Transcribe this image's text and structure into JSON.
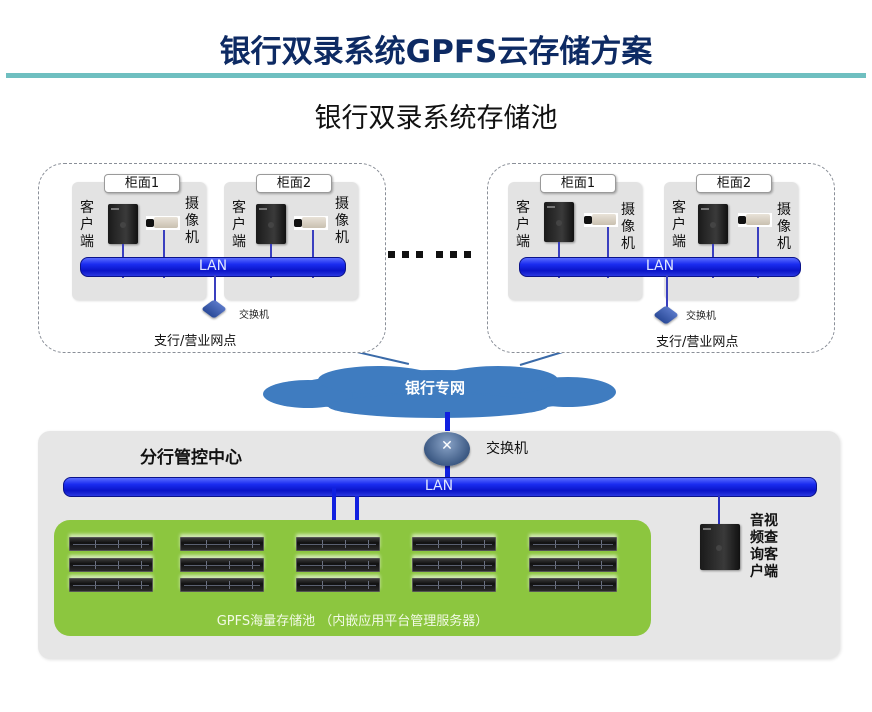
{
  "page": {
    "title": "银行双录系统GPFS云存储方案",
    "subtitle": "银行双录系统存储池",
    "accent_rule_color": "#6fbfc0",
    "title_color": "#0d2a63"
  },
  "branches": [
    {
      "counters": [
        {
          "label": "柜面1",
          "client_label": "客户端",
          "camera_label": "摄像机"
        },
        {
          "label": "柜面2",
          "client_label": "客户端",
          "camera_label": "摄像机"
        }
      ],
      "lan_label": "LAN",
      "switch_label": "交换机",
      "site_label": "支行/营业网点"
    },
    {
      "counters": [
        {
          "label": "柜面1",
          "client_label": "客户端",
          "camera_label": "摄像机"
        },
        {
          "label": "柜面2",
          "client_label": "客户端",
          "camera_label": "摄像机"
        }
      ],
      "lan_label": "LAN",
      "switch_label": "交换机",
      "site_label": "支行/营业网点"
    }
  ],
  "ellipsis": "......",
  "network": {
    "cloud_label": "银行专网",
    "cloud_color": "#3f7cc0"
  },
  "center": {
    "title": "分行管控中心",
    "switch_label": "交换机",
    "lan_label": "LAN",
    "query_client_label": "音视频查询客户端",
    "pool": {
      "label": "GPFS海量存储池 （内嵌应用平台管理服务器）",
      "color": "#8cc63f",
      "server_rows": 3,
      "server_cols": 5
    }
  }
}
